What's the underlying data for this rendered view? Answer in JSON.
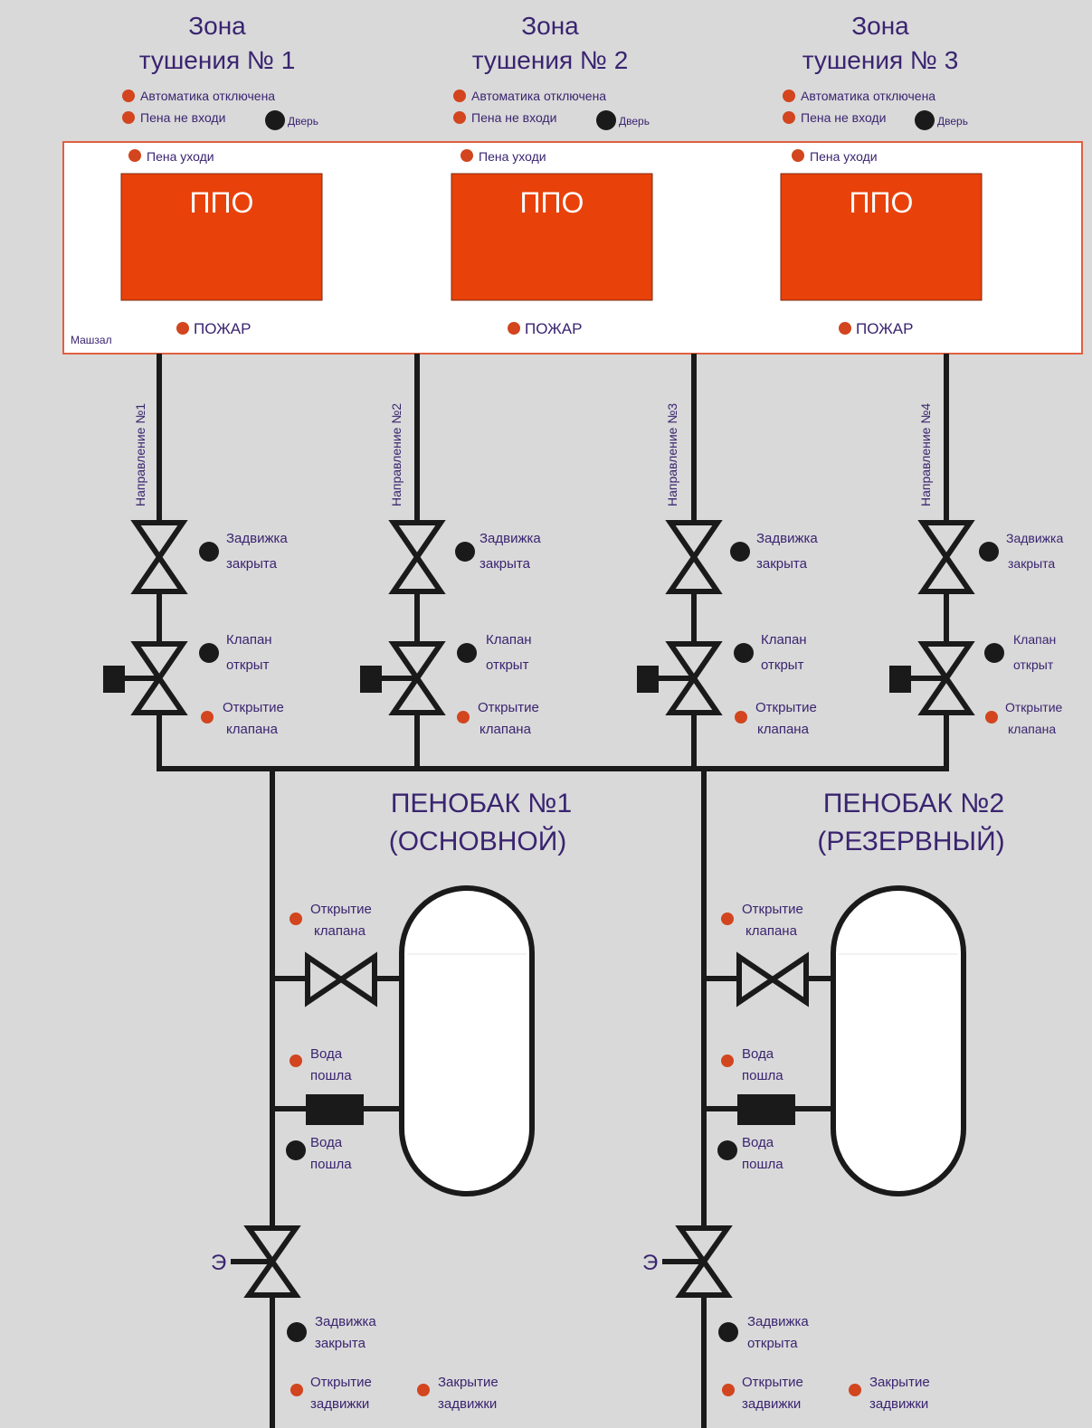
{
  "colors": {
    "background": "#d9d9d9",
    "ppo_fill": "#e8410a",
    "lamp_red": "#d2451e",
    "lamp_black": "#1a1a1a",
    "text": "#3a2470",
    "panel_border": "#e06040"
  },
  "zones": [
    {
      "title_line1": "Зона",
      "title_line2": "тушения № 1",
      "status_auto_off": "Автоматика отключена",
      "status_no_enter": "Пена не входи",
      "door": "Дверь",
      "foam_leave": "Пена уходи",
      "ppo": "ППО",
      "fire": "ПОЖАР"
    },
    {
      "title_line1": "Зона",
      "title_line2": "тушения № 2",
      "status_auto_off": "Автоматика отключена",
      "status_no_enter": "Пена не входи",
      "door": "Дверь",
      "foam_leave": "Пена уходи",
      "ppo": "ППО",
      "fire": "ПОЖАР"
    },
    {
      "title_line1": "Зона",
      "title_line2": "тушения № 3",
      "status_auto_off": "Автоматика отключена",
      "status_no_enter": "Пена не входи",
      "door": "Дверь",
      "foam_leave": "Пена уходи",
      "ppo": "ППО",
      "fire": "ПОЖАР"
    }
  ],
  "panel_label": "Машзал",
  "directions": [
    {
      "label": "Направление №1",
      "gate_l1": "Задвижка",
      "gate_l2": "закрыта",
      "valve_l1": "Клапан",
      "valve_l2": "открыт",
      "open_l1": "Открытие",
      "open_l2": "клапана"
    },
    {
      "label": "Направление №2",
      "gate_l1": "Задвижка",
      "gate_l2": "закрыта",
      "valve_l1": "Клапан",
      "valve_l2": "открыт",
      "open_l1": "Открытие",
      "open_l2": "клапана"
    },
    {
      "label": "Направление №3",
      "gate_l1": "Задвижка",
      "gate_l2": "закрыта",
      "valve_l1": "Клапан",
      "valve_l2": "открыт",
      "open_l1": "Открытие",
      "open_l2": "клапана"
    },
    {
      "label": "Направление №4",
      "gate_l1": "Задвижка",
      "gate_l2": "закрыта",
      "valve_l1": "Клапан",
      "valve_l2": "открыт",
      "open_l1": "Открытие",
      "open_l2": "клапана"
    }
  ],
  "tanks": [
    {
      "title_l1": "ПЕНОБАК №1",
      "title_l2": "(ОСНОВНОЙ)",
      "valve_open_l1": "Открытие",
      "valve_open_l2": "клапана",
      "water_red_l1": "Вода",
      "water_red_l2": "пошла",
      "water_black_l1": "Вода",
      "water_black_l2": "пошла",
      "e_label": "Э",
      "gate_l1": "Задвижка",
      "gate_l2": "закрыта",
      "gate_open_l1": "Открытие",
      "gate_open_l2": "задвижки",
      "gate_close_l1": "Закрытие",
      "gate_close_l2": "задвижки"
    },
    {
      "title_l1": "ПЕНОБАК №2",
      "title_l2": "(РЕЗЕРВНЫЙ)",
      "valve_open_l1": "Открытие",
      "valve_open_l2": "клапана",
      "water_red_l1": "Вода",
      "water_red_l2": "пошла",
      "water_black_l1": "Вода",
      "water_black_l2": "пошла",
      "e_label": "Э",
      "gate_l1": "Задвижка",
      "gate_l2": "открыта",
      "gate_open_l1": "Открытие",
      "gate_open_l2": "задвижки",
      "gate_close_l1": "Закрытие",
      "gate_close_l2": "задвижки"
    }
  ]
}
